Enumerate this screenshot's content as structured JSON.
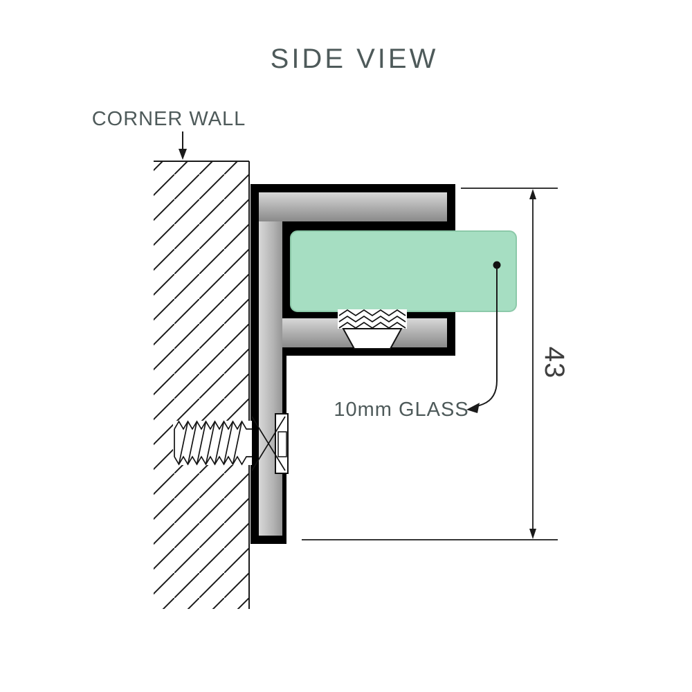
{
  "title": "SIDE VIEW",
  "labels": {
    "corner_wall": "CORNER WALL",
    "glass": "10mm GLASS",
    "dimension_43": "43"
  },
  "colors": {
    "label_text": "#4E5A5A",
    "dimension_text": "#3F3F3F",
    "glass_fill": "#A6DEC2",
    "glass_edge": "#8CC9A9",
    "bracket_outline": "#000000",
    "metal_light": "#D8D8D8",
    "metal_dark": "#8A8A8A",
    "line": "#1A1A1A"
  }
}
